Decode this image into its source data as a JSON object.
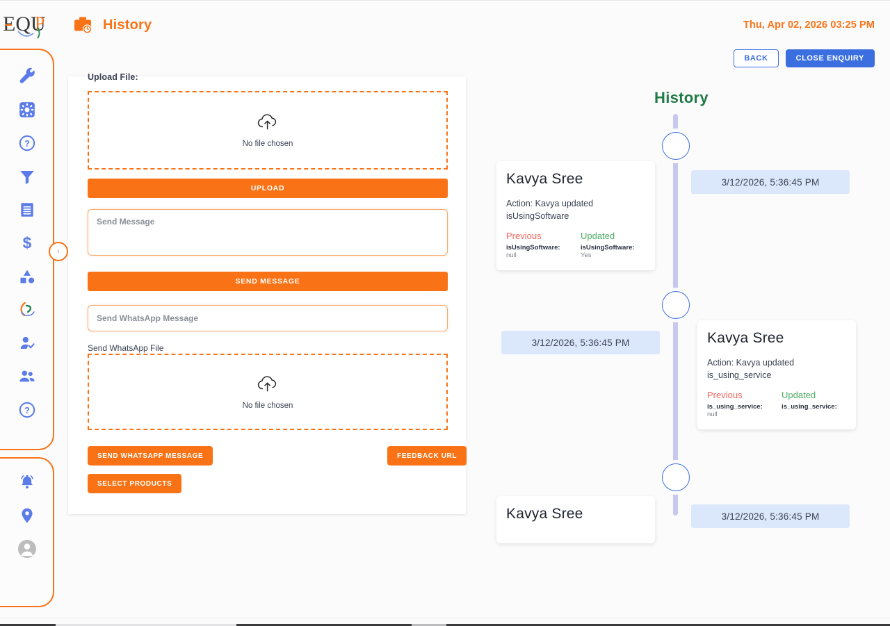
{
  "header": {
    "logo_text": "EQUP",
    "brief_icon": "briefcase-clock-icon",
    "title": "History",
    "datetime": "Thu, Apr 02, 2026 03:25 PM",
    "back_label": "BACK",
    "close_enquiry_label": "CLOSE ENQUIRY"
  },
  "sidebar": {
    "collapse_icon": "chevron-left-icon",
    "top_items": [
      {
        "icon": "wrench-icon",
        "name": "sidebar-item-tools"
      },
      {
        "icon": "settings-gear-icon",
        "name": "sidebar-item-settings"
      },
      {
        "icon": "question-circle-icon",
        "name": "sidebar-item-help"
      },
      {
        "icon": "funnel-filter-icon",
        "name": "sidebar-item-filter"
      },
      {
        "icon": "receipt-icon",
        "name": "sidebar-item-invoices"
      },
      {
        "icon": "dollar-icon",
        "name": "sidebar-item-payments"
      },
      {
        "icon": "shapes-icon",
        "name": "sidebar-item-products"
      },
      {
        "icon": "equp-swirl-icon",
        "name": "sidebar-item-equp"
      },
      {
        "icon": "user-check-icon",
        "name": "sidebar-item-contacts"
      },
      {
        "icon": "users-group-icon",
        "name": "sidebar-item-teams"
      },
      {
        "icon": "question-circle-icon",
        "name": "sidebar-item-support"
      }
    ],
    "bottom_items": [
      {
        "icon": "bell-icon",
        "name": "sidebar-item-notifications"
      },
      {
        "icon": "location-pin-icon",
        "name": "sidebar-item-location"
      },
      {
        "icon": "avatar-icon",
        "name": "sidebar-item-profile"
      }
    ]
  },
  "form": {
    "upload_file_label": "Upload File:",
    "upload_dropzone": {
      "icon": "cloud-upload-icon",
      "text": "No file chosen"
    },
    "upload_button": "UPLOAD",
    "message_placeholder": "Send Message",
    "message_value": "",
    "send_message_button": "SEND MESSAGE",
    "whatsapp_message_placeholder": "Send WhatsApp Message",
    "whatsapp_message_value": "",
    "whatsapp_file_label": "Send WhatsApp File",
    "whatsapp_dropzone": {
      "icon": "cloud-upload-icon",
      "text": "No file chosen"
    },
    "send_whatsapp_button": "SEND WHATSAPP MESSAGE",
    "feedback_url_button": "FEEDBACK URL",
    "select_products_button": "SELECT PRODUCTS"
  },
  "history": {
    "title": "History",
    "entries": [
      {
        "side": "left",
        "name": "Kavya Sree",
        "action": "Action: Kavya updated isUsingSoftware",
        "previous_head": "Previous",
        "updated_head": "Updated",
        "previous_key": "isUsingSoftware:",
        "previous_value": "null",
        "updated_key": "isUsingSoftware:",
        "updated_value": "Yes",
        "date": "3/12/2026, 5:36:45 PM"
      },
      {
        "side": "right",
        "name": "Kavya Sree",
        "action": "Action: Kavya updated is_using_service",
        "previous_head": "Previous",
        "updated_head": "Updated",
        "previous_key": "is_using_service:",
        "previous_value": "null",
        "updated_key": "is_using_service:",
        "updated_value": "",
        "date": "3/12/2026, 5:36:45 PM"
      },
      {
        "side": "left",
        "name": "Kavya Sree",
        "action": "",
        "previous_head": "",
        "updated_head": "",
        "previous_key": "",
        "previous_value": "",
        "updated_key": "",
        "updated_value": "",
        "date": "3/12/2026, 5:36:45 PM"
      }
    ]
  },
  "colors": {
    "accent_orange": "#f97316",
    "accent_blue": "#3b6fe0",
    "timeline_spine": "#c6c8f0",
    "date_badge_bg": "#dbe8fb",
    "history_title_green": "#1f7a45",
    "previous_red": "#f0675c",
    "updated_green": "#4cae63"
  }
}
